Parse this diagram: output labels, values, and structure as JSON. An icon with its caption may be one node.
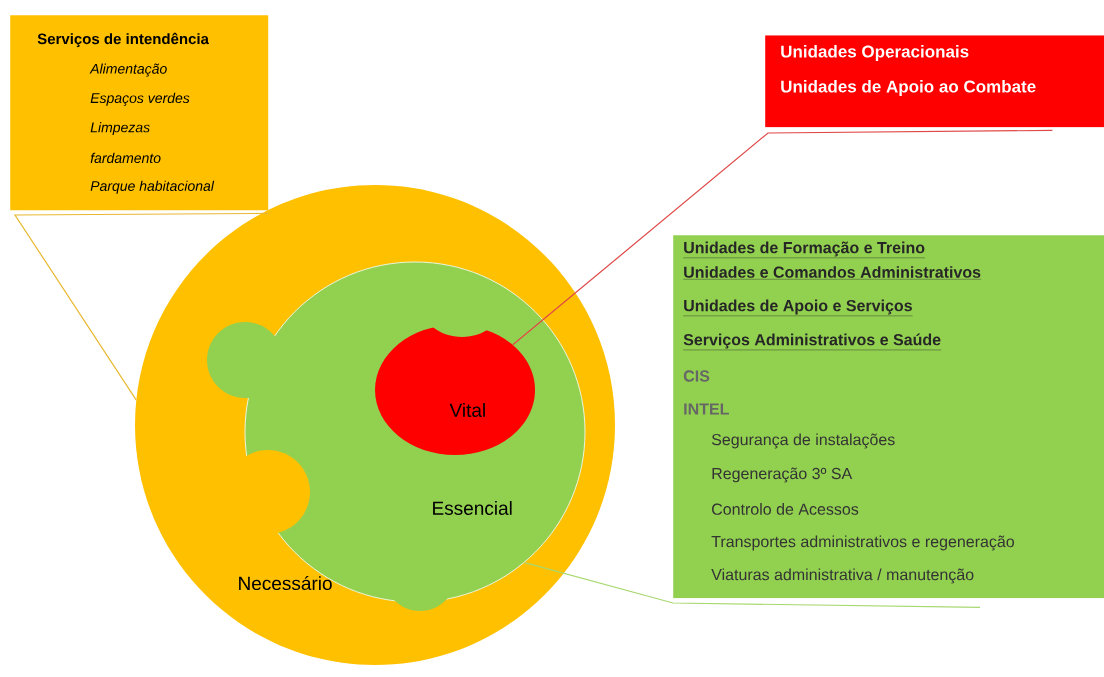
{
  "diagram": {
    "nodes": [
      {
        "text": [
          "Serviços de intendência",
          "Alimentação",
          "Espaços verdes",
          "Limpezas",
          "fardamento",
          "Parque habitacional"
        ]
      },
      {
        "text": [
          "Unidades Operacionais",
          "Unidades de Apoio ao Combate"
        ]
      },
      {
        "text": [
          "Unidades de Formação e Treino",
          "Unidades e Comandos Administrativos",
          "Unidades de Apoio e Serviços",
          "Serviços Administrativos e Saúde",
          "CIS",
          "INTEL",
          "Segurança de instalações",
          "Regeneração 3º SA",
          "Controlo de Acessos",
          "Transportes administrativos e regeneração",
          "Viaturas administrativa / manutenção"
        ]
      },
      {
        "text": [
          "Necessário"
        ]
      },
      {
        "text": [
          "Essencial"
        ],
        "in": 3
      },
      {
        "text": [
          "Vital"
        ],
        "in": 4
      }
    ],
    "edges": [
      {
        "from": 0,
        "to": 3,
        "arrow": "none",
        "color": "#e8b830"
      },
      {
        "from": 1,
        "to": 5,
        "arrow": "none",
        "color": "#e04848"
      },
      {
        "from": 2,
        "to": 4,
        "arrow": "none",
        "color": "#a8d870"
      }
    ]
  }
}
